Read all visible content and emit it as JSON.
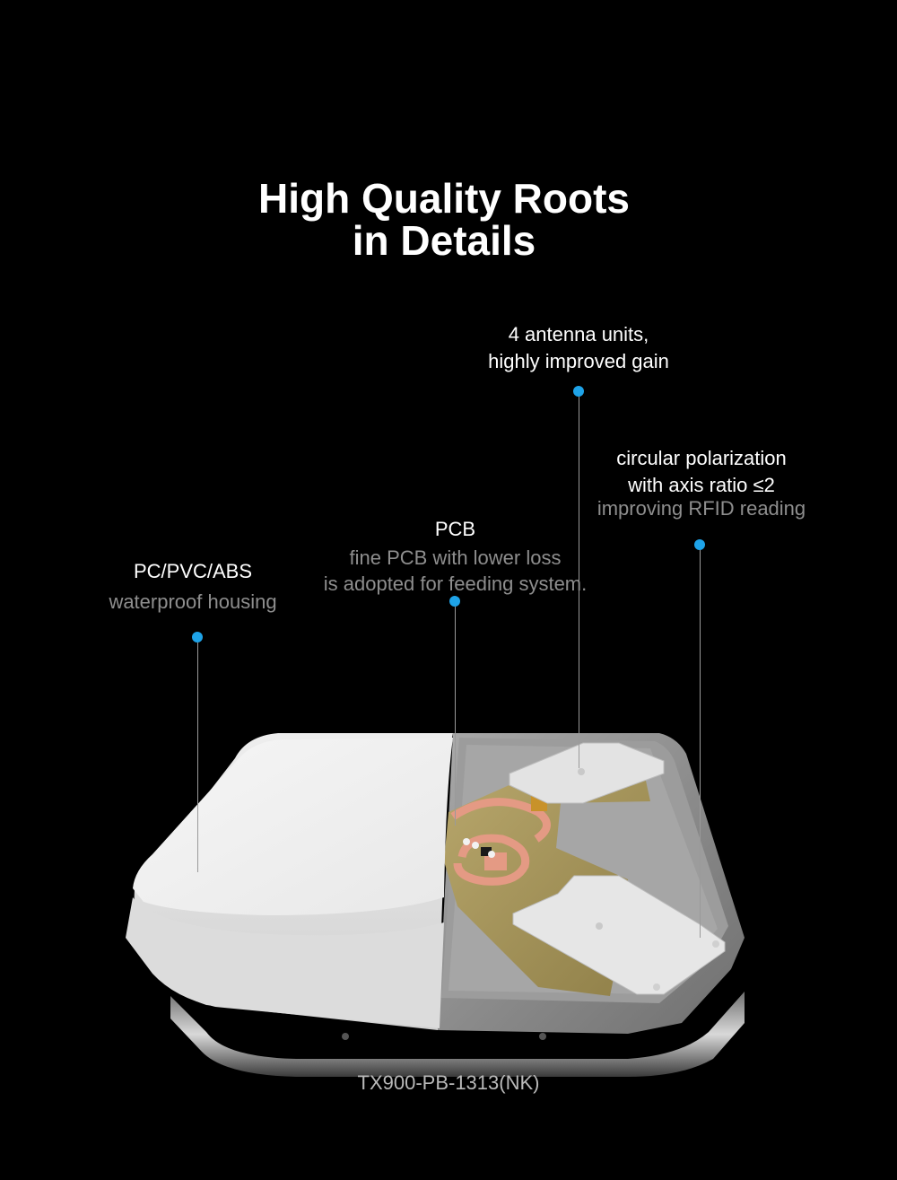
{
  "title": {
    "line1": "High Quality Roots",
    "line2": "in Details"
  },
  "callouts": {
    "antenna": {
      "line1": "4 antenna units,",
      "line2": "highly improved gain"
    },
    "polarization": {
      "line1": "circular polarization",
      "line2": "with axis ratio ≤2",
      "line3": "improving RFID reading"
    },
    "pcb": {
      "head": "PCB",
      "line1": "fine PCB with lower loss",
      "line2": "is adopted for feeding system."
    },
    "housing": {
      "head": "PC/PVC/ABS",
      "sub": "waterproof housing"
    }
  },
  "model": "TX900-PB-1313(NK)",
  "colors": {
    "background": "#000000",
    "marker": "#1ea3e8",
    "subtext": "#8e8e8e"
  }
}
